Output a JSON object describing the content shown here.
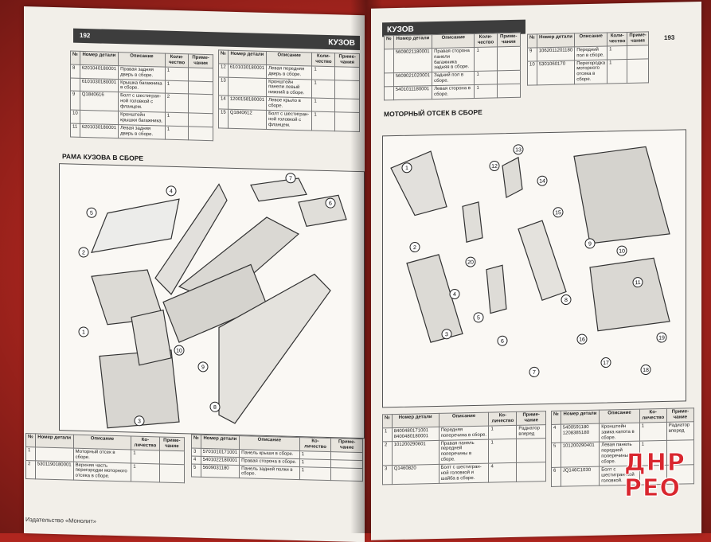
{
  "left_page": {
    "header": "КУЗОВ",
    "page_number": "192",
    "top_table": {
      "headers": [
        "№",
        "Номер детали",
        "Описание",
        "Коли-чество",
        "Приме-чания"
      ],
      "rows": [
        [
          "8",
          "6201040180001",
          "Правая задняя дверь в сборе.",
          "1",
          ""
        ],
        [
          "",
          "6101030180001",
          "Крышка багажника в сборе.",
          "1",
          ""
        ],
        [
          "9",
          "Q1840616",
          "Болт с шестигран-ной головкой с фланцем.",
          "2",
          ""
        ],
        [
          "10",
          "",
          "Кронштейн крышки багажника.",
          "1",
          ""
        ],
        [
          "11",
          "6201030180001",
          "Левая задняя дверь в сборе.",
          "1",
          ""
        ]
      ]
    },
    "top_table_2": {
      "headers": [
        "№",
        "Номер детали",
        "Описание",
        "Коли-чество",
        "Приме-чания"
      ],
      "rows": [
        [
          "12",
          "6101030180001",
          "Левая передняя дверь в сборе.",
          "1",
          ""
        ],
        [
          "13",
          "",
          "Кронштейн панели левый нижний в сборе.",
          "1",
          ""
        ],
        [
          "14",
          "1200158180001",
          "Левое крыло в сборе.",
          "1",
          ""
        ],
        [
          "15",
          "Q1840612",
          "Болт с шестигран-ной головкой с фланцем.",
          "1",
          ""
        ]
      ]
    },
    "section_title": "РАМА КУЗОВА В СБОРЕ",
    "bottom_table": {
      "headers": [
        "№",
        "Номер детали",
        "Описание",
        "Ко-личество",
        "Приме-чание"
      ],
      "rows": [
        [
          "1",
          "",
          "Моторный отсек в сборе.",
          "1",
          ""
        ],
        [
          "2",
          "5301190180001",
          "Верхняя часть перегородки моторного отсека в сборе.",
          "1",
          ""
        ]
      ]
    },
    "bottom_table_2": {
      "headers": [
        "№",
        "Номер детали",
        "Описание",
        "Ко-личество",
        "Приме-чание"
      ],
      "rows": [
        [
          "3",
          "5701010171001",
          "Панель крыши в сборе.",
          "1",
          ""
        ],
        [
          "4",
          "5401022180001",
          "Правая сторона в сборе.",
          "1",
          ""
        ],
        [
          "5",
          "5609031180",
          "Панель задней полки в сборе.",
          "1",
          ""
        ]
      ]
    },
    "footer": "Издательство «Монолит»",
    "callouts": [
      "1",
      "2",
      "3",
      "4",
      "5",
      "6",
      "7",
      "8",
      "9",
      "10"
    ]
  },
  "right_page": {
    "header": "КУЗОВ",
    "page_number": "193",
    "top_table": {
      "headers": [
        "№",
        "Номер детали",
        "Описание",
        "Коли-чество",
        "Приме-чания"
      ],
      "rows": [
        [
          "",
          "5609021180001",
          "Правая сторона панели багажника задняя в сборе.",
          "1",
          ""
        ],
        [
          "",
          "5609021020001",
          "Задний пол в сборе.",
          "1",
          ""
        ],
        [
          "",
          "5401011180001",
          "Левая сторона в сборе.",
          "1",
          ""
        ]
      ]
    },
    "top_table_2": {
      "headers": [
        "№",
        "Номер детали",
        "Описание",
        "Коли-чество",
        "Приме-чания"
      ],
      "rows": [
        [
          "9",
          "1062011201180",
          "Передний пол в сборе.",
          "1",
          ""
        ],
        [
          "10",
          "5301060170",
          "Перегородка моторного отсека в сборе.",
          "1",
          ""
        ]
      ]
    },
    "section_title": "МОТОРНЫЙ ОТСЕК В СБОРЕ",
    "bottom_table": {
      "headers": [
        "№",
        "Номер детали",
        "Описание",
        "Ко-личество",
        "Приме-чание"
      ],
      "rows": [
        [
          "1",
          "8400480171001 8400480180001",
          "Передняя поперечина в сборе.",
          "1",
          "Радиатор вперед"
        ],
        [
          "2",
          "101200290601",
          "Правая панель передней поперечины в сборе.",
          "1",
          ""
        ],
        [
          "3",
          "Q1460820",
          "Болт с шестигран-ной головкой и шайба в сборе.",
          "4",
          ""
        ]
      ]
    },
    "bottom_table_2": {
      "headers": [
        "№",
        "Номер детали",
        "Описание",
        "Ко-личество",
        "Приме-чание"
      ],
      "rows": [
        [
          "4",
          "5400591180 1208385180",
          "Кронштейн замка капота в сборе.",
          "1",
          "Радиатор вперед"
        ],
        [
          "5",
          "101200290401",
          "Левая панель передней поперечины в сборе.",
          "1",
          ""
        ],
        [
          "6",
          "JQ146C1030",
          "Болт с шестигран-ной головкой.",
          "",
          ""
        ]
      ]
    },
    "callouts": [
      "1",
      "2",
      "3",
      "4",
      "5",
      "6",
      "7",
      "8",
      "9",
      "10",
      "11",
      "12",
      "13",
      "14",
      "15",
      "16",
      "17",
      "18",
      "19",
      "20"
    ]
  },
  "watermark": {
    "line1": "ДНР",
    "line2": "РЕО"
  },
  "colors": {
    "background": "#b0261f",
    "paper": "#f2efe9",
    "header_bar": "#3d3d3d",
    "watermark": "#d9262e"
  }
}
